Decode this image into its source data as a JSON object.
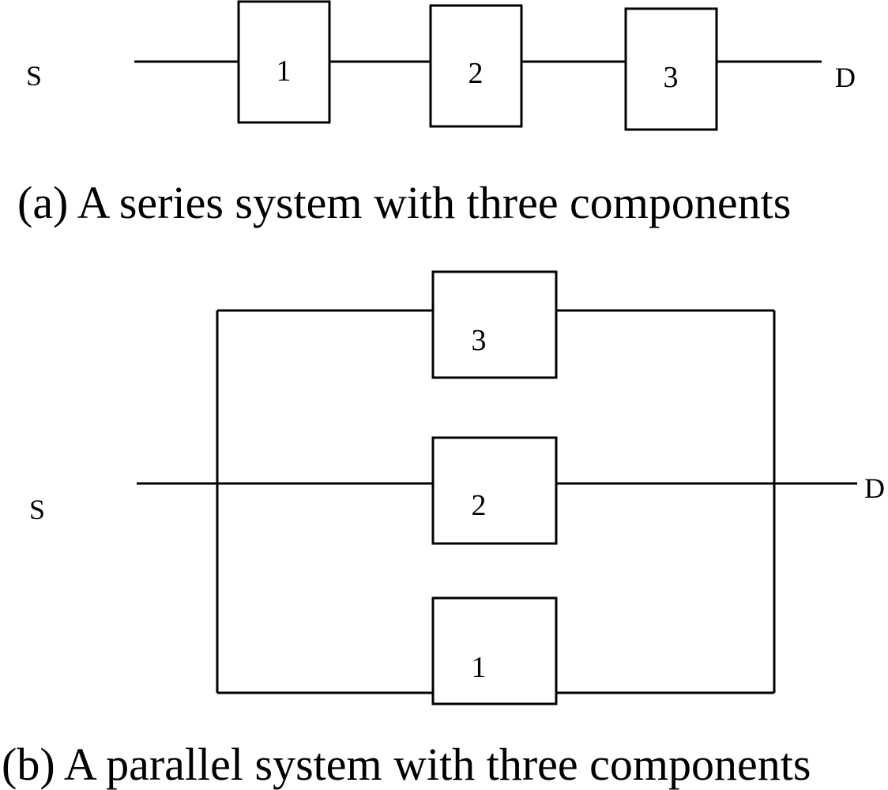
{
  "series_system": {
    "source_label": "S",
    "destination_label": "D",
    "components": [
      "1",
      "2",
      "3"
    ],
    "caption": "(a) A series system with three components"
  },
  "parallel_system": {
    "source_label": "S",
    "destination_label": "D",
    "components": [
      "3",
      "2",
      "1"
    ],
    "caption": "(b) A parallel system with three components"
  }
}
